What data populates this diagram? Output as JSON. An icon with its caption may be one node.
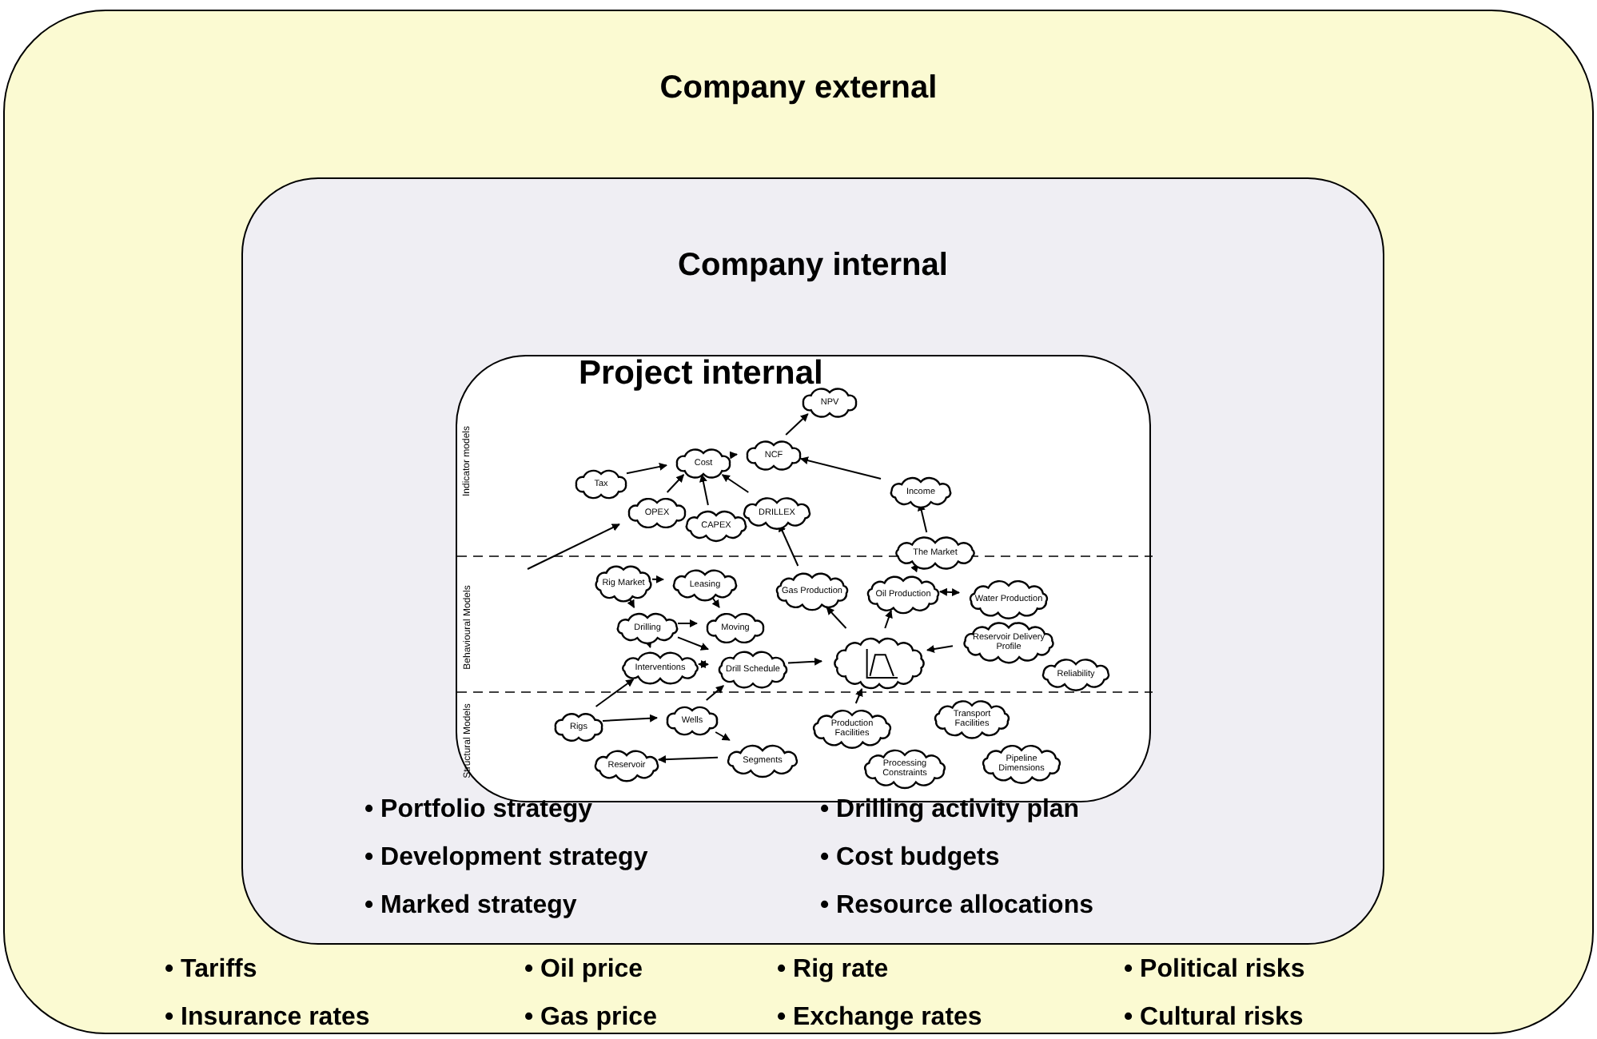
{
  "diagram": {
    "nodes": [
      {
        "text": [
          "Company external"
        ]
      },
      {
        "text": [
          "Company internal"
        ],
        "in": 0
      },
      {
        "text": [
          "Project internal"
        ],
        "in": 1
      },
      {
        "text": [
          "NPV"
        ],
        "in": 2
      },
      {
        "text": [
          "Cost"
        ],
        "in": 2
      },
      {
        "text": [
          "NCF"
        ],
        "in": 2
      },
      {
        "text": [
          "Tax"
        ],
        "in": 2
      },
      {
        "text": [
          "OPEX"
        ],
        "in": 2
      },
      {
        "text": [
          "CAPEX"
        ],
        "in": 2
      },
      {
        "text": [
          "DRILLEX"
        ],
        "in": 2
      },
      {
        "text": [
          "Income"
        ],
        "in": 2
      },
      {
        "text": [
          "The Market"
        ],
        "in": 2
      },
      {
        "text": [
          "Rig Market"
        ],
        "in": 2
      },
      {
        "text": [
          "Leasing"
        ],
        "in": 2
      },
      {
        "text": [
          "Gas Production"
        ],
        "in": 2
      },
      {
        "text": [
          "Oil Production"
        ],
        "in": 2
      },
      {
        "text": [
          "Water Production"
        ],
        "in": 2
      },
      {
        "text": [
          "Drilling"
        ],
        "in": 2
      },
      {
        "text": [
          "Moving"
        ],
        "in": 2
      },
      {
        "text": [
          "Reservoir Delivery Profile"
        ],
        "in": 2
      },
      {
        "text": [],
        "shape": "cloud",
        "in": 2
      },
      {
        "text": [
          "Interventions"
        ],
        "in": 2
      },
      {
        "text": [
          "Drill Schedule"
        ],
        "in": 2
      },
      {
        "text": [
          "Reliability"
        ],
        "in": 2
      },
      {
        "text": [
          "Rigs"
        ],
        "in": 2
      },
      {
        "text": [
          "Wells"
        ],
        "in": 2
      },
      {
        "text": [
          "Production Facilities"
        ],
        "in": 2
      },
      {
        "text": [
          "Transport Facilities"
        ],
        "in": 2
      },
      {
        "text": [
          "Reservoir"
        ],
        "in": 2
      },
      {
        "text": [
          "Segments"
        ],
        "in": 2
      },
      {
        "text": [
          "Processing Constraints"
        ],
        "in": 2
      },
      {
        "text": [
          "Pipeline Dimensions"
        ],
        "in": 2
      }
    ],
    "edges": [
      {
        "from": 4,
        "to": 5,
        "arrow": "to"
      },
      {
        "from": 5,
        "to": 3,
        "arrow": "to"
      },
      {
        "from": 6,
        "to": 4,
        "arrow": "to"
      },
      {
        "from": 7,
        "to": 4,
        "arrow": "to"
      },
      {
        "from": 8,
        "to": 4,
        "arrow": "to"
      },
      {
        "from": 9,
        "to": 4,
        "arrow": "to"
      },
      {
        "from": 10,
        "to": 5,
        "arrow": "to"
      },
      {
        "from": 11,
        "to": 10,
        "arrow": "to"
      },
      {
        "from": 15,
        "to": 11,
        "arrow": "to"
      },
      {
        "from": 12,
        "to": 13,
        "arrow": "to"
      },
      {
        "from": 12,
        "to": 17,
        "arrow": "to"
      },
      {
        "from": 13,
        "to": 18,
        "arrow": "to"
      },
      {
        "from": 17,
        "to": 18,
        "arrow": "to"
      },
      {
        "from": 17,
        "to": 22,
        "arrow": "to"
      },
      {
        "from": 17,
        "to": 21,
        "arrow": "to"
      },
      {
        "from": 21,
        "to": 22,
        "arrow": "both"
      },
      {
        "from": 22,
        "to": 20,
        "arrow": "to"
      },
      {
        "from": 20,
        "to": 14,
        "arrow": "to"
      },
      {
        "from": 20,
        "to": 15,
        "arrow": "to"
      },
      {
        "from": 16,
        "to": 15,
        "arrow": "both"
      },
      {
        "from": 19,
        "to": 20,
        "arrow": "to"
      },
      {
        "from": 24,
        "to": 21,
        "arrow": "to"
      },
      {
        "from": 25,
        "to": 22,
        "arrow": "to"
      },
      {
        "from": 26,
        "to": 20,
        "arrow": "to"
      },
      {
        "from": 24,
        "to": 25,
        "arrow": "to"
      },
      {
        "from": 25,
        "to": 29,
        "arrow": "to"
      },
      {
        "from": 29,
        "to": 28,
        "arrow": "to"
      },
      {
        "from": null,
        "to": 7,
        "arrow": "to"
      },
      {
        "from": 14,
        "to": 9,
        "arrow": "to"
      }
    ],
    "labels": [
      "Indicator models",
      "Behavioural Models",
      "Structural Models",
      "• Portfolio strategy",
      "• Drilling activity plan",
      "• Development strategy",
      "• Cost budgets",
      "• Marked strategy",
      "• Resource allocations",
      "• Tariffs",
      "• Oil price",
      "• Rig rate",
      "• Political risks",
      "• Insurance rates",
      "• Gas price",
      "• Exchange rates",
      "• Cultural risks"
    ]
  }
}
